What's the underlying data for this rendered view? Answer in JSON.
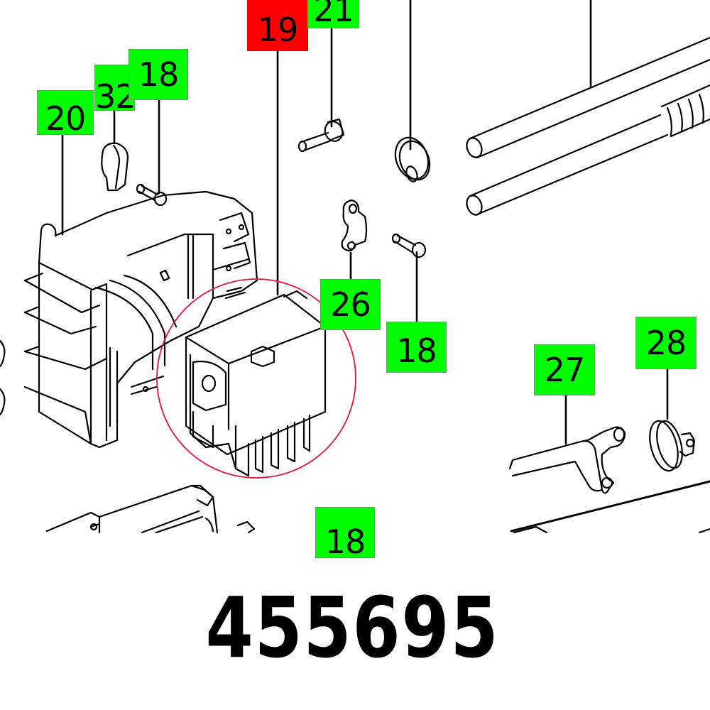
{
  "diagram": {
    "type": "exploded-parts-view",
    "highlight_color": "#e0143c",
    "callout_colors": {
      "normal": "#00ff00",
      "selected": "#ff0000"
    },
    "callouts": [
      {
        "id": "19",
        "label": "19",
        "state": "selected"
      },
      {
        "id": "21",
        "label": "21",
        "state": "normal"
      },
      {
        "id": "20",
        "label": "20",
        "state": "normal"
      },
      {
        "id": "32",
        "label": "32",
        "state": "normal"
      },
      {
        "id": "18a",
        "label": "18",
        "state": "normal"
      },
      {
        "id": "26",
        "label": "26",
        "state": "normal"
      },
      {
        "id": "18b",
        "label": "18",
        "state": "normal"
      },
      {
        "id": "27",
        "label": "27",
        "state": "normal"
      },
      {
        "id": "28",
        "label": "28",
        "state": "normal"
      },
      {
        "id": "18c",
        "label": "18",
        "state": "normal"
      }
    ],
    "parts": [
      "switch-housing",
      "switch-module",
      "screw",
      "washer",
      "cable-clamp",
      "clip",
      "guide-rods",
      "lever",
      "knob",
      "motor"
    ]
  },
  "product": {
    "part_number": "455695"
  }
}
